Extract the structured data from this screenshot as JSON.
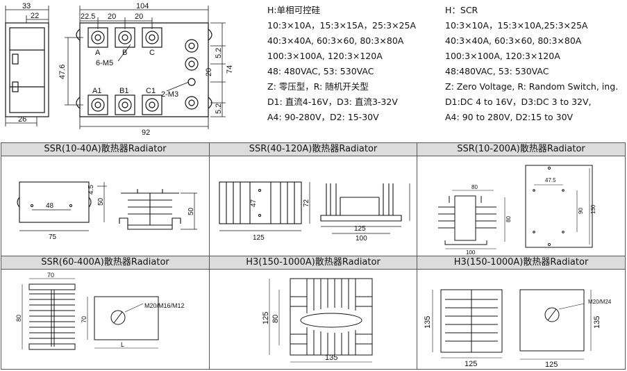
{
  "top_drawing": {
    "dims": {
      "w33": "33",
      "w22": "22",
      "w104": "104",
      "w22_5": "22.5",
      "w20a": "20",
      "w20b": "20",
      "h47_6": "47.6",
      "h5_2a": "5.2",
      "h20": "20",
      "h74": "74",
      "h5_2b": "5.2",
      "w26": "26",
      "w92": "92"
    },
    "terminals_top": [
      "A",
      "B",
      "C"
    ],
    "terminals_bottom": [
      "A1",
      "B1",
      "C1"
    ],
    "callout_m5": "6-M5",
    "callout_m3": "2-M3"
  },
  "specs_cn": [
    "H:单相可控硅",
    "10:3×10A，15:3×15A，25:3×25A",
    "40:3×40A, 60:3×60, 80:3×80A",
    "100:3×100A, 120:3×120A",
    "48: 480VAC, 53: 530VAC",
    "Z: 零压型，R: 随机开关型",
    "D1: 直流4-16V，D3: 直流3-32V",
    "A4: 90-280V，D2: 15-30V"
  ],
  "specs_en": [
    "H：SCR",
    "10:3×10A，15:3×10A,25:3×25A",
    "40:3×40A, 60:3×60, 80:3×80A",
    "100:3×100A, 120:3×120A",
    "48:480VAC, 53: 530VAC",
    "Z: Zero Voltage, R: Random Switch, ing.",
    "D1:DC 4 to 16V，D3:DC 3 to 32V,",
    "A4: 90 to 280V, D2:15 to 30V"
  ],
  "radiators": [
    {
      "title": "SSR(10-40A)散热器Radiator",
      "dims": [
        "48",
        "4.5",
        "50",
        "75",
        "50"
      ]
    },
    {
      "title": "SSR(40-120A)散热器Radiator",
      "dims": [
        "47",
        "72",
        "125",
        "125",
        "100"
      ]
    },
    {
      "title": "SSR(10-200A)散热器Radiator",
      "dims": [
        "80",
        "47.5",
        "90",
        "130",
        "80",
        "100"
      ]
    },
    {
      "title": "SSR(60-400A)散热器Radiator",
      "dims": [
        "70",
        "80",
        "70",
        "M20/M16/M12",
        "L"
      ]
    },
    {
      "title": "H3(150-1000A)散热器Radiator",
      "dims": [
        "125",
        "80",
        "135"
      ]
    },
    {
      "title": "H3(150-1000A)散热器Radiator",
      "dims": [
        "135",
        "125",
        "135",
        "M20/M24",
        "125"
      ]
    }
  ]
}
